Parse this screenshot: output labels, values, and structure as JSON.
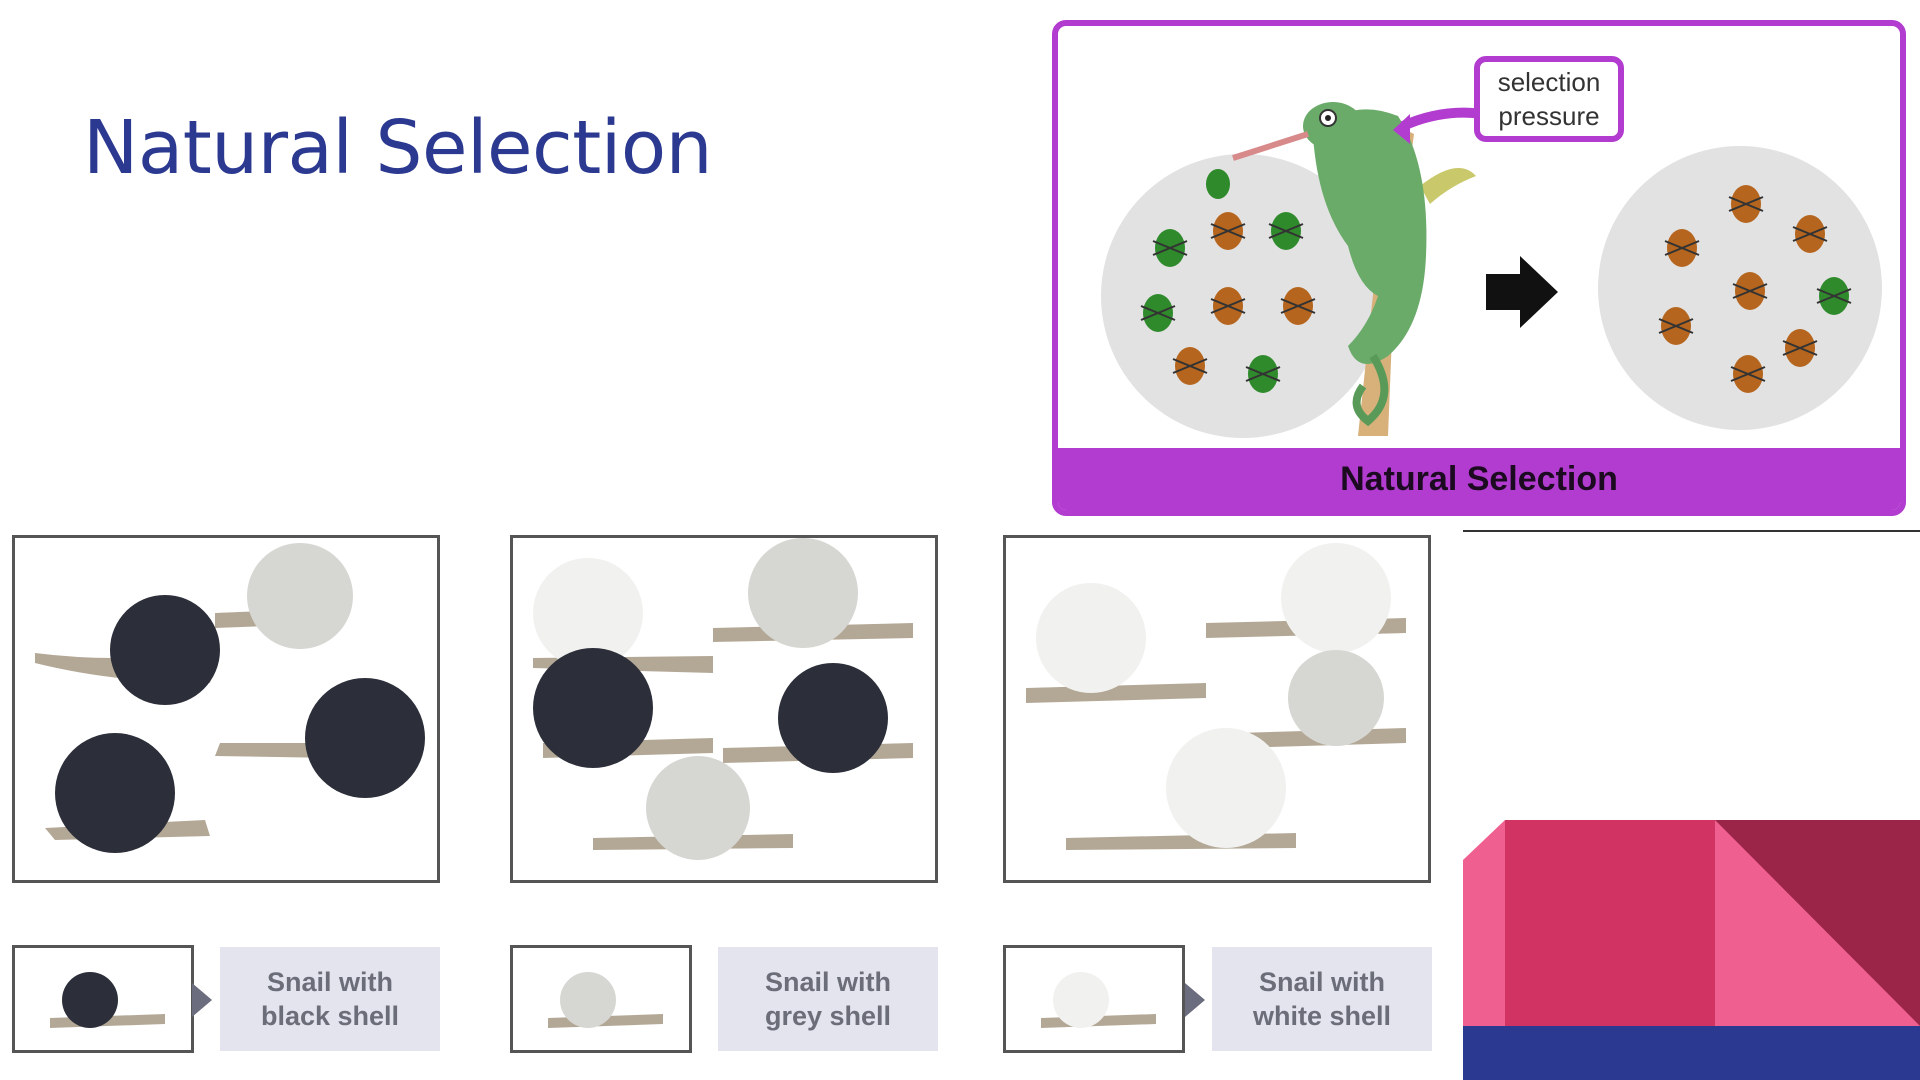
{
  "slide": {
    "title": "Natural Selection"
  },
  "diagram": {
    "pressure_label_1": "selection",
    "pressure_label_2": "pressure",
    "banner": "Natural Selection"
  },
  "snails": [
    {
      "label_line1": "Snail with",
      "label_line2": "black shell"
    },
    {
      "label_line1": "Snail with",
      "label_line2": "grey shell"
    },
    {
      "label_line1": "Snail with",
      "label_line2": "white shell"
    }
  ],
  "colors": {
    "title": "#2b3990",
    "diagram_border": "#b13ccf",
    "shell_black": "#2c2f3a",
    "shell_grey": "#d6d6d2",
    "shell_white": "#f1f1ef",
    "snail_body": "#b3a896",
    "corner_pink": "#ef6090",
    "corner_crimson": "#d13463",
    "corner_maroon": "#9b2548",
    "corner_navy": "#2b3990"
  }
}
